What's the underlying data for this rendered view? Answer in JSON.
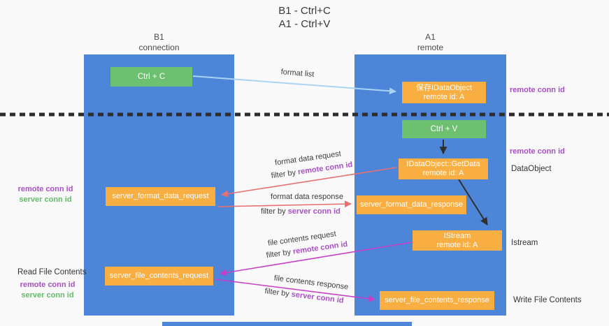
{
  "colors": {
    "background": "#f9f9f9",
    "column_blue": "#4d86d9",
    "green_box": "#6ec071",
    "orange_box": "#f9ae42",
    "purple_text": "#a94fc4",
    "green_text": "#62bb66",
    "red_arrow": "#e87070",
    "magenta_arrow": "#c73fc7",
    "light_blue_arrow": "#a9d3f2",
    "dashed_line": "#2d2d2d"
  },
  "title": {
    "line1": "B1 - Ctrl+C",
    "line2": "A1 - Ctrl+V"
  },
  "columns": {
    "left": {
      "name": "B1",
      "role": "connection"
    },
    "right": {
      "name": "A1",
      "role": "remote"
    }
  },
  "nodes": {
    "ctrl_c": {
      "label": "Ctrl + C"
    },
    "ctrl_v": {
      "label": "Ctrl + V"
    },
    "save_dataobject": {
      "line1": "保存IDataObject",
      "line2": "remote id: A"
    },
    "getdata": {
      "line1": "IDataObject::GetData",
      "line2": "remote id: A"
    },
    "istream": {
      "line1": "IStream",
      "line2": "remote id: A"
    },
    "server_format_data_request": {
      "label": "server_format_data_request"
    },
    "server_format_data_response": {
      "label": "server_format_data_response"
    },
    "server_file_contents_request": {
      "label": "server_file_contents_request"
    },
    "server_file_contents_response": {
      "label": "server_file_contents_response"
    }
  },
  "edges": {
    "format_list": {
      "label": "format list"
    },
    "format_data_request": {
      "label": "format data request",
      "filter_prefix": "filter by ",
      "filter_key": "remote conn id"
    },
    "format_data_response": {
      "label": "format data response",
      "filter_prefix": "filter by ",
      "filter_key": "server conn id"
    },
    "file_contents_request": {
      "label": "file contents request",
      "filter_prefix": "filter by ",
      "filter_key": "remote conn id"
    },
    "file_contents_response": {
      "label": "file contents response",
      "filter_prefix": "filter by ",
      "filter_key": "server conn id"
    }
  },
  "side_labels": {
    "right_remote_conn_id_1": "remote conn id",
    "right_remote_conn_id_2": "remote conn id",
    "right_dataobject": "DataObject",
    "right_istream": "Istream",
    "right_write_file_contents": "Write File Contents",
    "left_remote_conn_id_1": "remote conn id",
    "left_server_conn_id_1": "server conn id",
    "left_read_file_contents": "Read File Contents",
    "left_remote_conn_id_2": "remote conn id",
    "left_server_conn_id_2": "server conn id"
  }
}
